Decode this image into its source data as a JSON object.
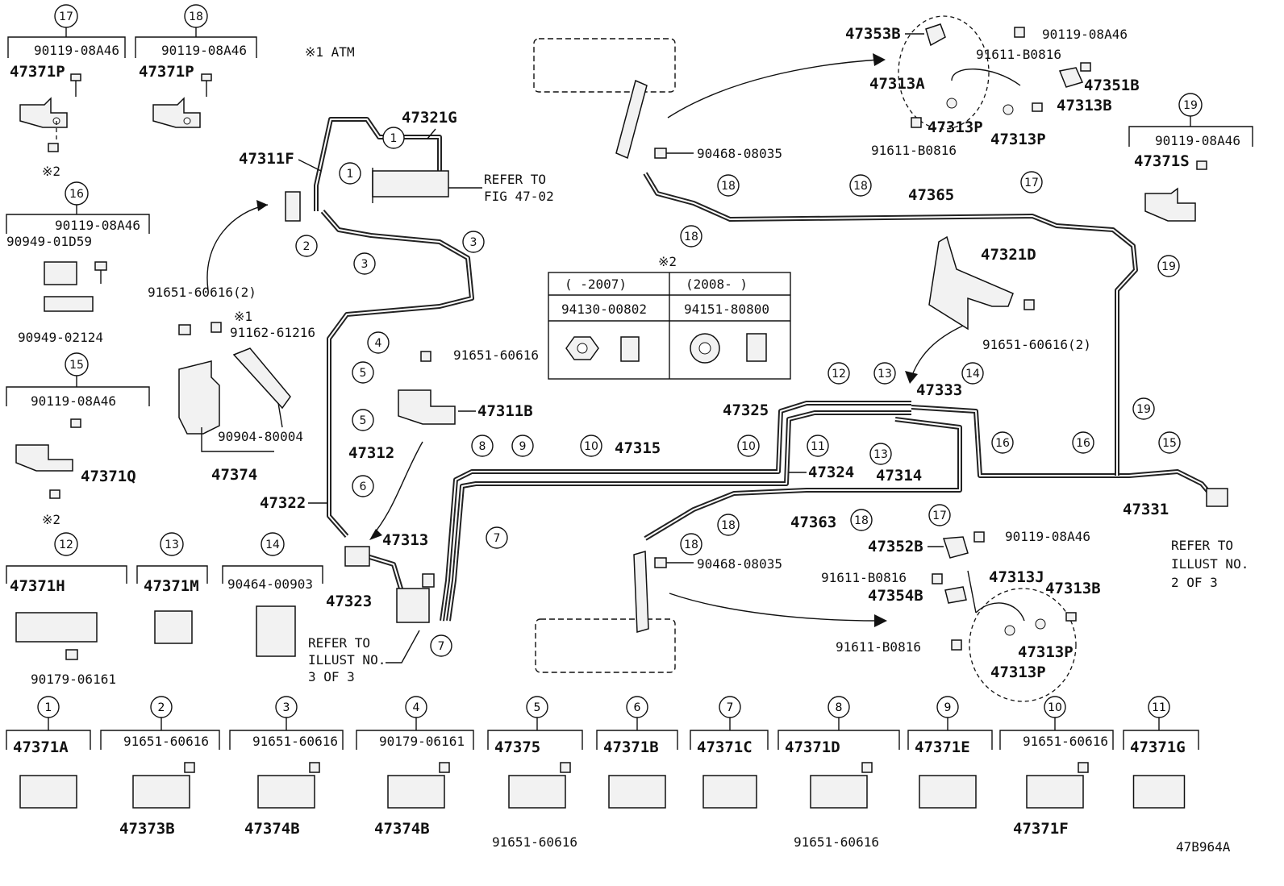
{
  "diagram_id": "47B964A",
  "notes": {
    "atm": "※1 ATM",
    "mark1": "※1",
    "mark2": "※2",
    "refer_fig": [
      "REFER TO",
      "FIG 47-02"
    ],
    "refer_illust2": [
      "REFER TO",
      "ILLUST NO.",
      "2 OF 3"
    ],
    "refer_illust3": [
      "REFER TO",
      "ILLUST NO.",
      "3 OF 3"
    ]
  },
  "nut_table": {
    "title": "※2",
    "col1_header": "(    -2007)",
    "col2_header": "(2008-     )",
    "col1_part": "94130-00802",
    "col2_part": "94151-80800"
  },
  "left_groups": [
    {
      "num": "17",
      "bolt": "90119-08A46",
      "part": "47371P",
      "mark": "※2"
    },
    {
      "num": "18",
      "bolt": "90119-08A46",
      "part": "47371P"
    },
    {
      "num": "16",
      "bolt": "90119-08A46",
      "part_a": "90949-01D59",
      "part_b": "90949-02124"
    },
    {
      "num": "15",
      "bolt": "90119-08A46",
      "part": "47371Q",
      "mark": "※2"
    },
    {
      "num": "12",
      "part": "47371H",
      "nut": "90179-06161"
    },
    {
      "num": "13",
      "part": "47371M"
    },
    {
      "num": "14",
      "part": "90464-00903"
    }
  ],
  "right_group_19": {
    "num": "19",
    "bolt": "90119-08A46",
    "part": "47371S"
  },
  "bottom_row": [
    {
      "num": "1",
      "part": "47371A",
      "extra": ""
    },
    {
      "num": "2",
      "part": "47373B",
      "extra": "91651-60616"
    },
    {
      "num": "3",
      "part": "47374B",
      "extra": "91651-60616"
    },
    {
      "num": "4",
      "part": "47374B",
      "extra": "90179-06161"
    },
    {
      "num": "5",
      "part": "47375",
      "extra": "91651-60616"
    },
    {
      "num": "6",
      "part": "47371B",
      "extra": ""
    },
    {
      "num": "7",
      "part": "47371C",
      "extra": ""
    },
    {
      "num": "8",
      "part": "47371D",
      "extra": "91651-60616"
    },
    {
      "num": "9",
      "part": "47371E",
      "extra": ""
    },
    {
      "num": "10",
      "part": "47371F",
      "extra": "91651-60616"
    },
    {
      "num": "11",
      "part": "47371G",
      "extra": ""
    }
  ],
  "labels": {
    "p47321G": "47321G",
    "p47311F": "47311F",
    "p91651_2a": "91651-60616(2)",
    "p91162": "91162-61216",
    "p90904": "90904-80004",
    "p47374": "47374",
    "p91651_mid": "91651-60616",
    "p47311B": "47311B",
    "p47312": "47312",
    "p47322": "47322",
    "p47313": "47313",
    "p47323": "47323",
    "p47315": "47315",
    "p47324": "47324",
    "p47325": "47325",
    "p47333": "47333",
    "p47314": "47314",
    "p47363": "47363",
    "p47365": "47365",
    "p47331": "47331",
    "p47321D": "47321D",
    "p91651_2b": "91651-60616(2)",
    "p90468_top": "90468-08035",
    "p90468_bot": "90468-08035",
    "p47353B": "47353B",
    "p90119_tr": "90119-08A46",
    "p91611_t1": "91611-B0816",
    "p47313A": "47313A",
    "p47351B": "47351B",
    "p47313B_t": "47313B",
    "p47313P_t1": "47313P",
    "p47313P_t2": "47313P",
    "p91611_t2": "91611-B0816",
    "p47352B": "47352B",
    "p90119_br": "90119-08A46",
    "p91611_b1": "91611-B0816",
    "p47313J": "47313J",
    "p47354B": "47354B",
    "p47313B_b": "47313B",
    "p47313P_b1": "47313P",
    "p47313P_b2": "47313P",
    "p91611_b2": "91611-B0816"
  }
}
